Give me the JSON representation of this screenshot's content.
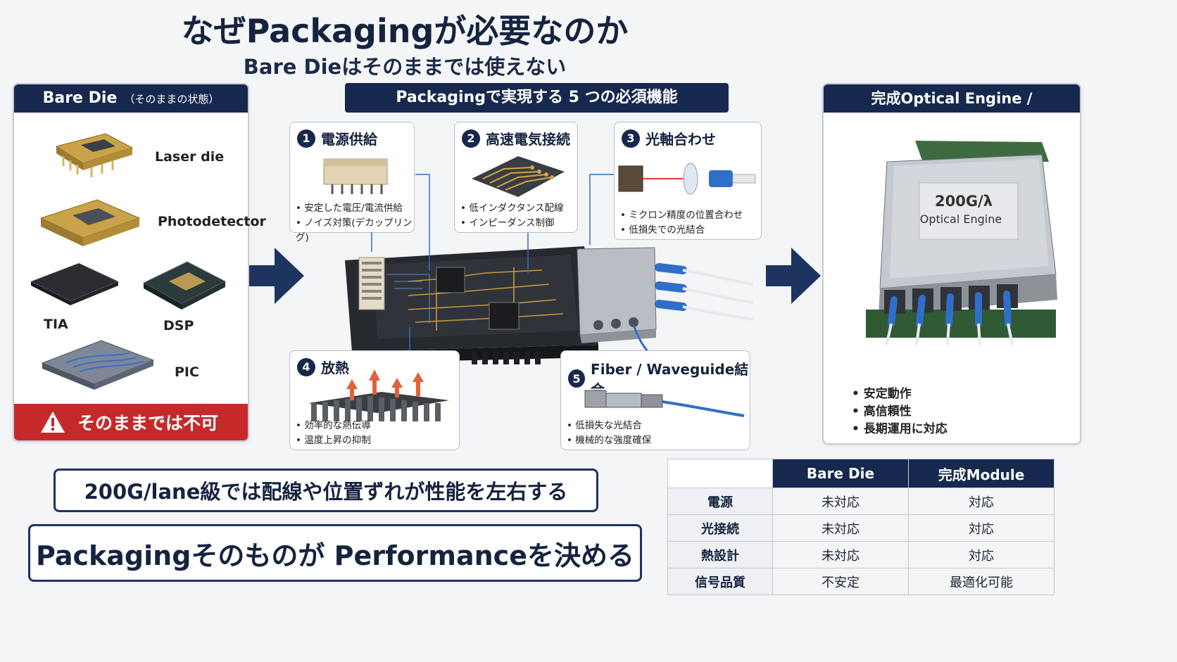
{
  "header": {
    "title": "なぜPackagingが必要なのか",
    "subtitle": "Bare Dieはそのままでは使えない"
  },
  "bare_die": {
    "title": "Bare Die",
    "title_note": "（そのままの状態）",
    "components": [
      "Laser die",
      "Photodetector",
      "TIA",
      "DSP",
      "PIC"
    ],
    "warning": "そのままでは不可"
  },
  "packaging": {
    "title": "Packagingで実現する 5 つの必須機能",
    "features": [
      {
        "num": "1",
        "title": "電源供給",
        "bullets": [
          "安定した電圧/電流供給",
          "ノイズ対策(デカップリング)"
        ]
      },
      {
        "num": "2",
        "title": "高速電気接続",
        "bullets": [
          "低インダクタンス配線",
          "インピーダンス制御"
        ]
      },
      {
        "num": "3",
        "title": "光軸合わせ",
        "bullets": [
          "ミクロン精度の位置合わせ",
          "低損失での光結合"
        ]
      },
      {
        "num": "4",
        "title": "放熱",
        "bullets": [
          "効率的な熱伝導",
          "温度上昇の抑制"
        ]
      },
      {
        "num": "5",
        "title": "Fiber / Waveguide結合",
        "bullets": [
          "低損失な光結合",
          "機械的な強度確保"
        ]
      }
    ]
  },
  "engine": {
    "title": "完成Optical Engine / Transceiver",
    "label_line1": "200G/λ",
    "label_line2": "Optical Engine",
    "bullets": [
      "安定動作",
      "高信頼性",
      "長期運用に対応"
    ]
  },
  "messages": {
    "line1": "200G/lane級では配線や位置ずれが性能を左右する",
    "line2": "Packagingそのものが Performanceを決める"
  },
  "comparison": {
    "headers": [
      "",
      "Bare Die",
      "完成Module"
    ],
    "rows": [
      [
        "電源",
        "未対応",
        "対応"
      ],
      [
        "光接続",
        "未対応",
        "対応"
      ],
      [
        "熱設計",
        "未対応",
        "対応"
      ],
      [
        "信号品質",
        "不安定",
        "最適化可能"
      ]
    ]
  },
  "colors": {
    "navy": "#16284d",
    "warning": "#c52a2a",
    "fiber_blue": "#2f6fc9"
  }
}
